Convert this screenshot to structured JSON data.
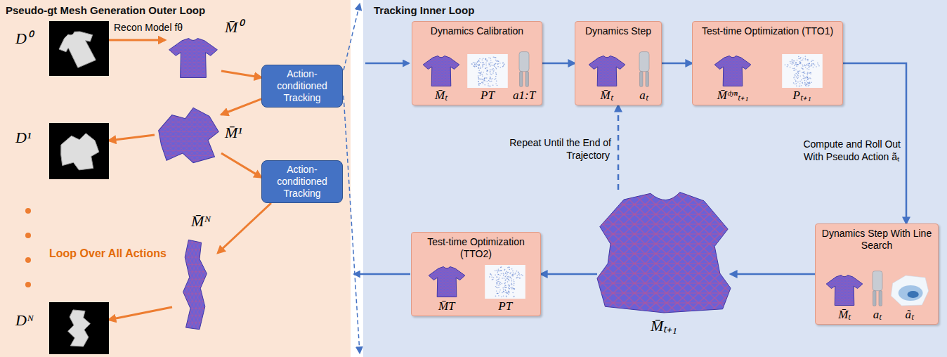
{
  "diagram": {
    "nodes": [
      {
        "text": [
          "Pseudo-gt Mesh Generation Outer Loop"
        ]
      },
      {
        "text": [
          "D⁰"
        ],
        "in": 0
      },
      {
        "text": [
          "M̄⁰"
        ],
        "in": 0
      },
      {
        "text": [
          "Action-conditioned Tracking"
        ],
        "in": 0
      },
      {
        "text": [
          "D¹"
        ],
        "in": 0
      },
      {
        "text": [
          "M̄¹"
        ],
        "in": 0
      },
      {
        "text": [
          "Action-conditioned Tracking"
        ],
        "in": 0
      },
      {
        "text": [
          "Dᴺ"
        ],
        "in": 0
      },
      {
        "text": [
          "M̄ᴺ"
        ],
        "in": 0
      },
      {
        "text": [
          "Tracking Inner Loop"
        ]
      },
      {
        "text": [
          "Dynamics Calibration",
          "M̄ₜ",
          "PT",
          "a1:T"
        ],
        "in": 9
      },
      {
        "text": [
          "Dynamics Step",
          "M̄ₜ",
          "aₜ"
        ],
        "in": 9
      },
      {
        "text": [
          "Test-time Optimization (TTO1)",
          "M̄ᵈʸⁿₜ₊₁",
          "Pₜ₊₁"
        ],
        "in": 9
      },
      {
        "text": [
          "Dynamics Step With Line Search",
          "M̄ₜ",
          "aₜ",
          "ãₜ"
        ],
        "in": 9
      },
      {
        "text": [
          "M̄ₜ₊₁"
        ],
        "in": 9
      },
      {
        "text": [
          "Test-time Optimization (TTO2)",
          "M̄T",
          "PT"
        ],
        "in": 9
      }
    ],
    "edges": [
      {
        "from": 1,
        "to": 2,
        "arrow": "to",
        "label": "Recon Model fθ"
      },
      {
        "from": 2,
        "to": 3,
        "arrow": "to"
      },
      {
        "from": 3,
        "to": 5,
        "arrow": "to"
      },
      {
        "from": 5,
        "to": 4,
        "arrow": "to"
      },
      {
        "from": 5,
        "to": 6,
        "arrow": "to"
      },
      {
        "from": 6,
        "to": 8,
        "arrow": "to"
      },
      {
        "from": 8,
        "to": 7,
        "arrow": "to"
      },
      {
        "from": 10,
        "to": 11,
        "arrow": "to"
      },
      {
        "from": 11,
        "to": 12,
        "arrow": "to"
      },
      {
        "from": 12,
        "to": 13,
        "arrow": "to",
        "label": "Compute and Roll Out With Pseudo Action ãₜ"
      },
      {
        "from": 13,
        "to": 14,
        "arrow": "to"
      },
      {
        "from": 14,
        "to": 15,
        "arrow": "to"
      },
      {
        "from": 14,
        "to": 11,
        "arrow": "to",
        "label": "Repeat Until the End of Trajectory"
      }
    ],
    "labels": [
      "Loop Over All Actions"
    ]
  }
}
